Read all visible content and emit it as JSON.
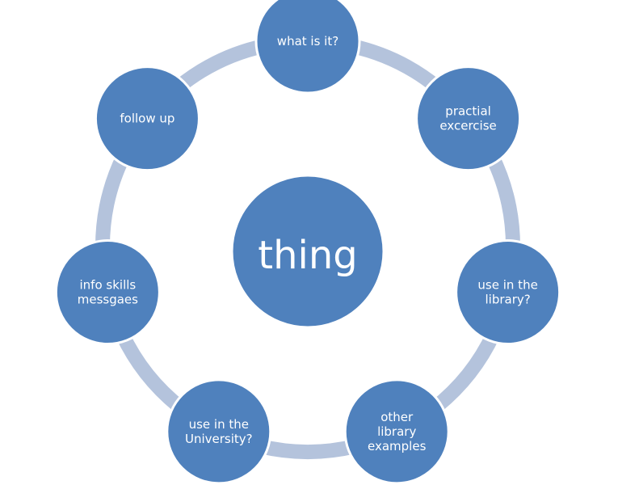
{
  "diagram": {
    "center": {
      "label": "thing"
    },
    "nodes": [
      {
        "id": "what-is-it",
        "lines": [
          "what is it?"
        ]
      },
      {
        "id": "practical-excercise",
        "lines": [
          "practial",
          "excercise"
        ]
      },
      {
        "id": "use-in-the-library",
        "lines": [
          "use in the",
          "library?"
        ]
      },
      {
        "id": "other-library-examples",
        "lines": [
          "other",
          "library",
          "examples"
        ]
      },
      {
        "id": "use-in-the-university",
        "lines": [
          "use in the",
          "University?"
        ]
      },
      {
        "id": "info-skills-messages",
        "lines": [
          "info skills",
          "messgaes"
        ]
      },
      {
        "id": "follow-up",
        "lines": [
          "follow up"
        ]
      }
    ],
    "colors": {
      "node_fill": "#4f81bd",
      "node_stroke": "#ffffff",
      "connector": "#b4c3dc"
    }
  }
}
